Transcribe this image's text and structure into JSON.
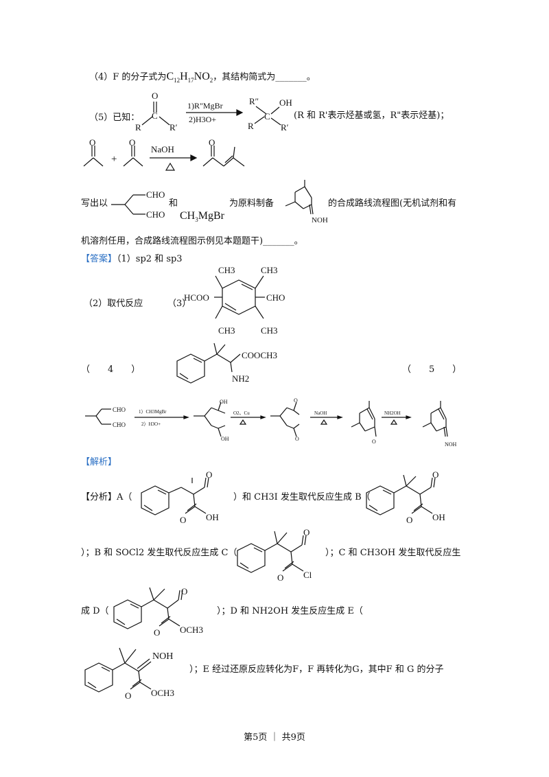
{
  "q4": {
    "prefix": "（4）F 的分子式为",
    "formula": "C12H17NO2",
    "suffix": "，其结构简式为_______。"
  },
  "q5": {
    "known_label": "（5）已知：",
    "reagent_top": "1)R\"MgBr",
    "reagent_bottom": "2)H3O+",
    "note": "(R 和 R'表示烃基或氢，R\"表示烃基)；",
    "aldol_reagent": "NaOH",
    "plus": "+",
    "task_prefix": "写出以",
    "task_and": "和",
    "reagent_grignard": "CH3MgBr",
    "task_middle": "为原料制备",
    "task_suffix": "的合成路线流程图(无机试剂和有",
    "task_line2": "机溶剂任用，合成路线流程图示例见本题题干)_______。"
  },
  "answer": {
    "label": "【答案】",
    "a1": "（1）sp2 和 sp3",
    "a2": "（2）取代反应",
    "a3": "（3）",
    "a4_left": "（　　4　　）",
    "a5_right": "（　　5　　）"
  },
  "route": {
    "step1_top": "1）CH3MgBr",
    "step1_bottom": "2）H3O+",
    "step2_top": "O2、Cu",
    "step3_top": "NaOH",
    "step4_top": "NH2OH"
  },
  "analysis": {
    "label": "【解析】",
    "fenxi": "【分析】A（",
    "t1": "）和 CH3I 发生取代反应生成 B（",
    "t2": "）；B 和 SOCl2 发生取代反应生成 C（",
    "t3": "）；C 和 CH3OH 发生取代反应生",
    "t4": "成 D（",
    "t5": "）；D 和 NH2OH 发生反应生成 E（",
    "t6": "）；E 经过还原反应转化为F，F 再转化为G，其中F 和 G 的分子"
  },
  "footer": "第5页 ｜ 共9页"
}
